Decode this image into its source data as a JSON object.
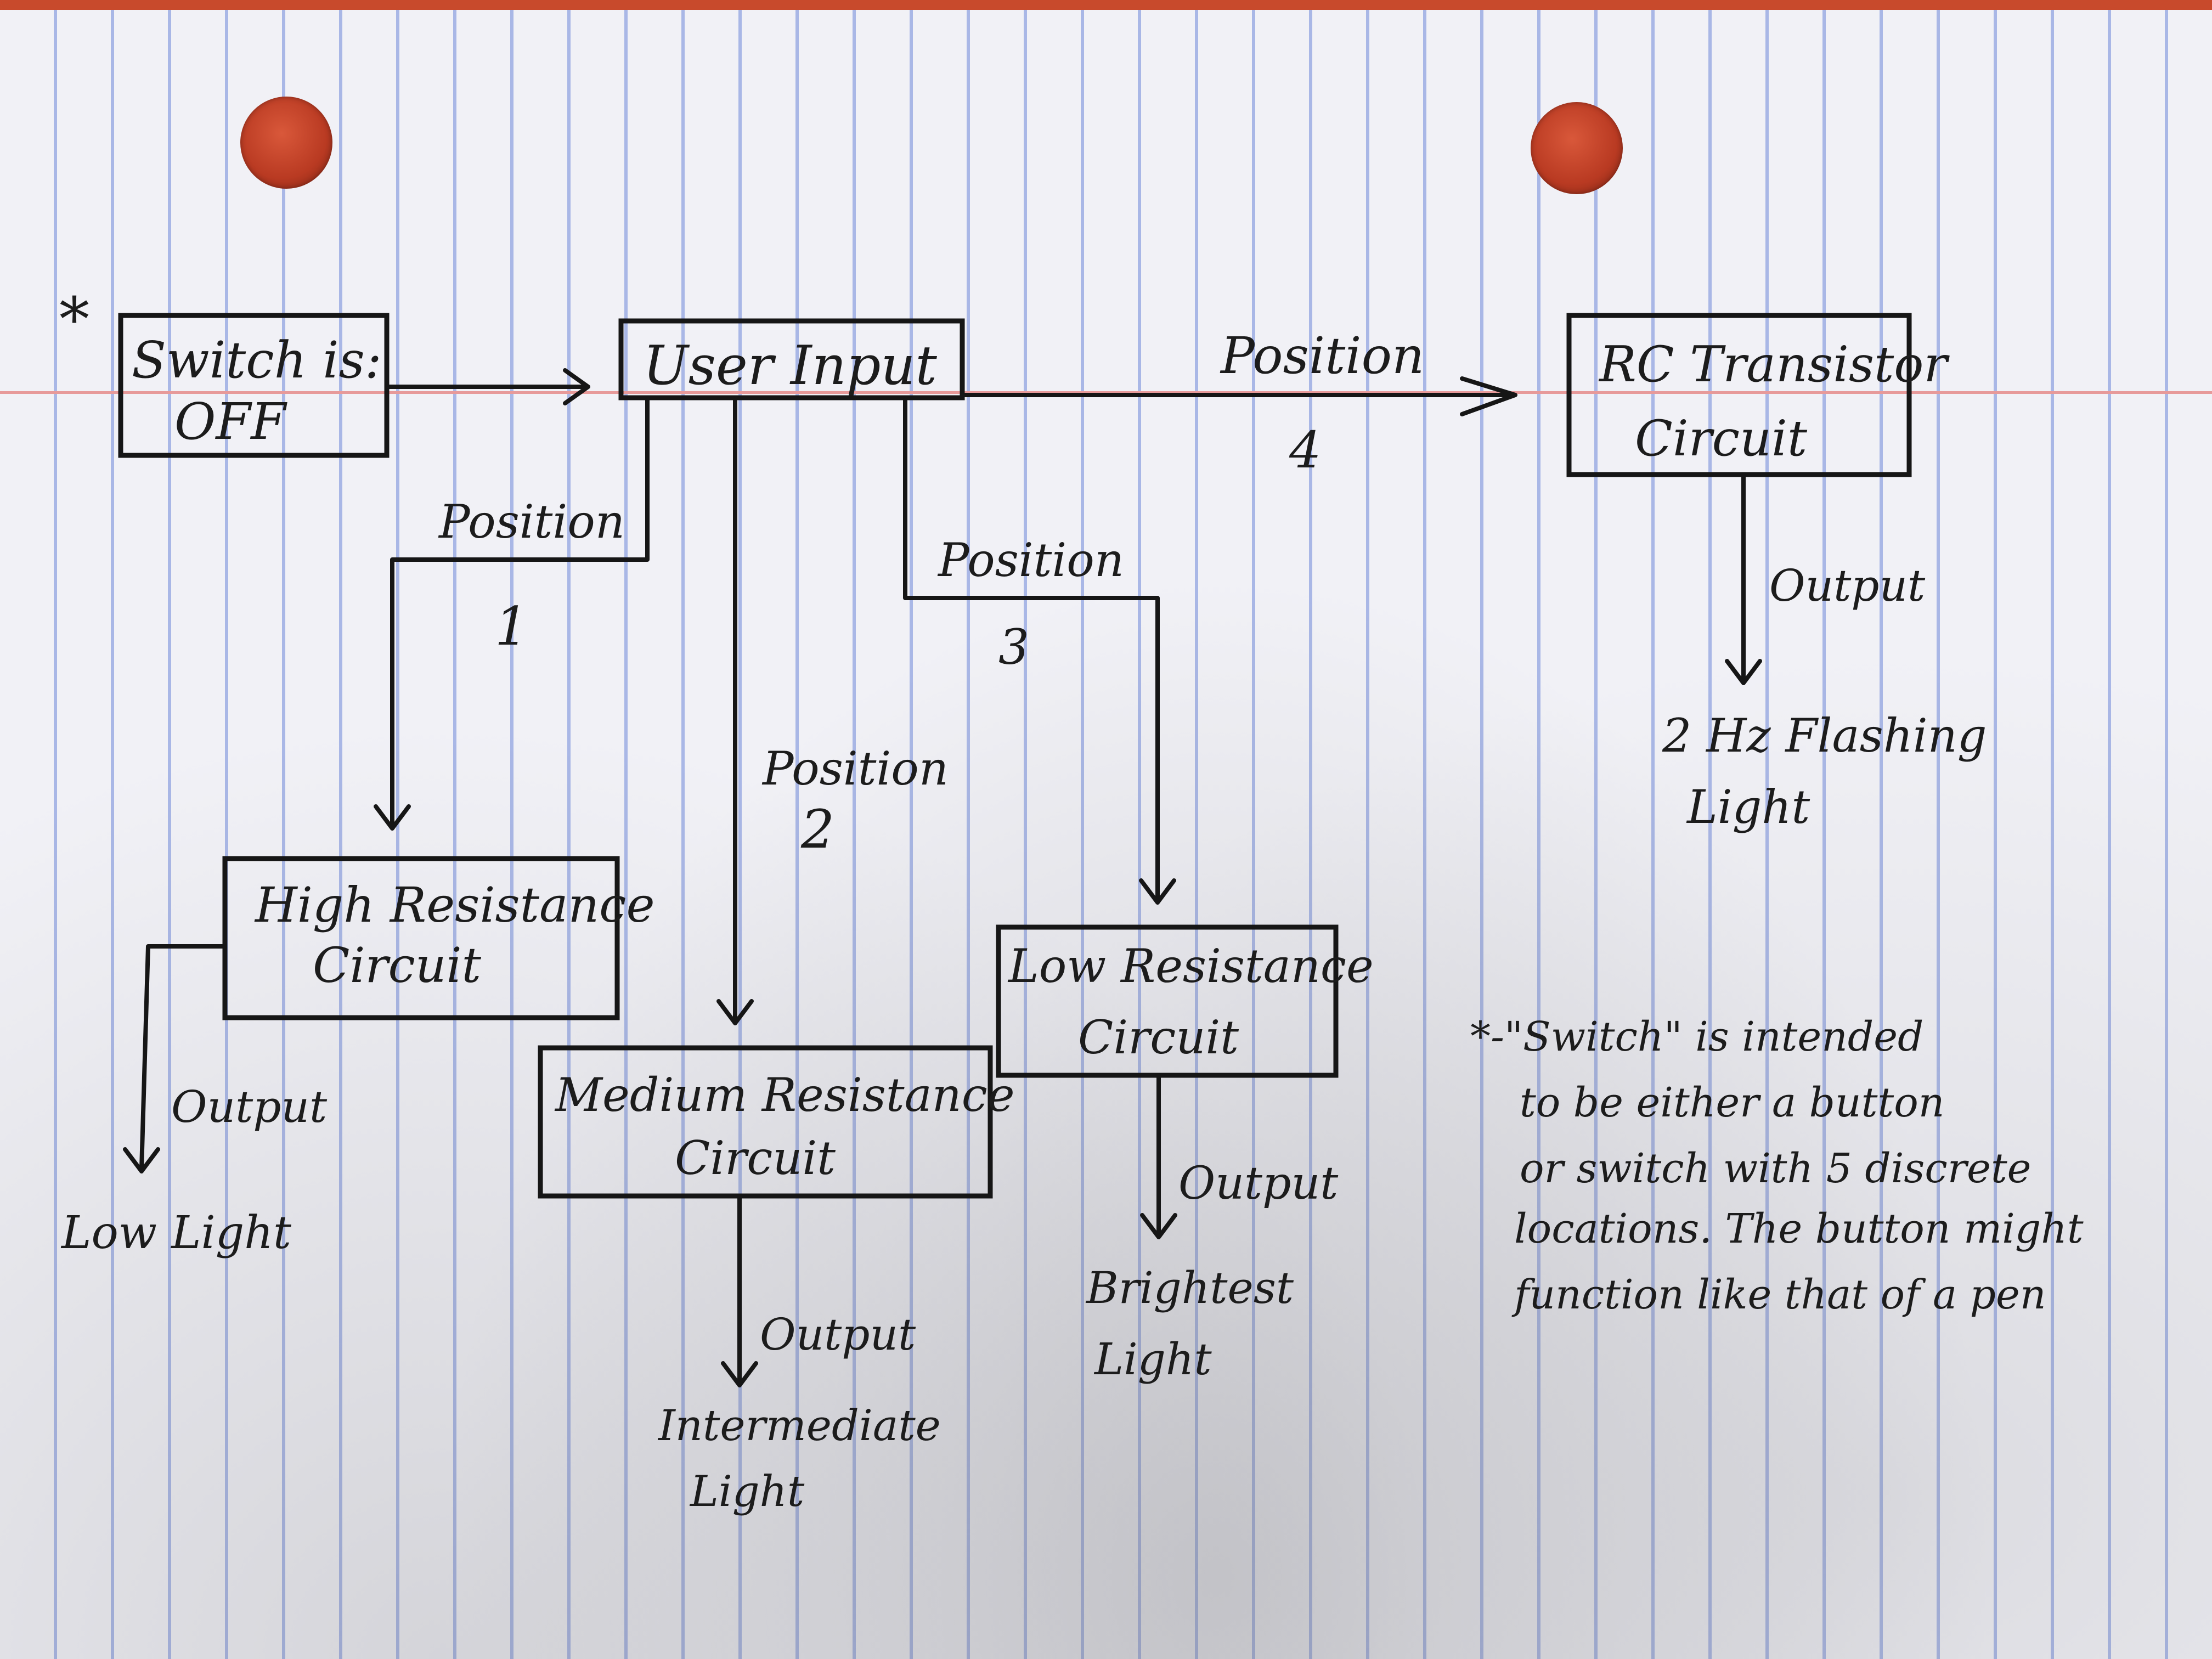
{
  "title": "",
  "asterisk_mark": "*",
  "nodes": {
    "switch": {
      "line1": "Switch is:",
      "line2": "OFF"
    },
    "user_input": {
      "label": "User Input"
    },
    "rc": {
      "line1": "RC Transistor",
      "line2": "Circuit"
    },
    "high": {
      "line1": "High Resistance",
      "line2": "Circuit"
    },
    "medium": {
      "line1": "Medium Resistance",
      "line2": "Circuit"
    },
    "low": {
      "line1": "Low Resistance",
      "line2": "Circuit"
    }
  },
  "edges": {
    "position_word": "Position",
    "pos1": "1",
    "pos2": "2",
    "pos3": "3",
    "pos4": "4",
    "output_word": "Output"
  },
  "outputs": {
    "rc": {
      "line1": "2 Hz Flashing",
      "line2": "Light"
    },
    "high": {
      "line1": "Low Light"
    },
    "medium": {
      "line1": "Intermediate",
      "line2": "Light"
    },
    "low": {
      "line1": "Brightest",
      "line2": "Light"
    }
  },
  "footnote": {
    "lines": [
      "*-\"Switch\" is intended",
      "to be either a button",
      "or switch with 5 discrete",
      "locations. The button might",
      "function like that of a pen"
    ]
  },
  "colors": {
    "paper": "#f1f1f6",
    "rule_line": "#a9b7e6",
    "margin_line": "#e79a9a",
    "ink": "#161616",
    "background": "#c84a2c"
  }
}
